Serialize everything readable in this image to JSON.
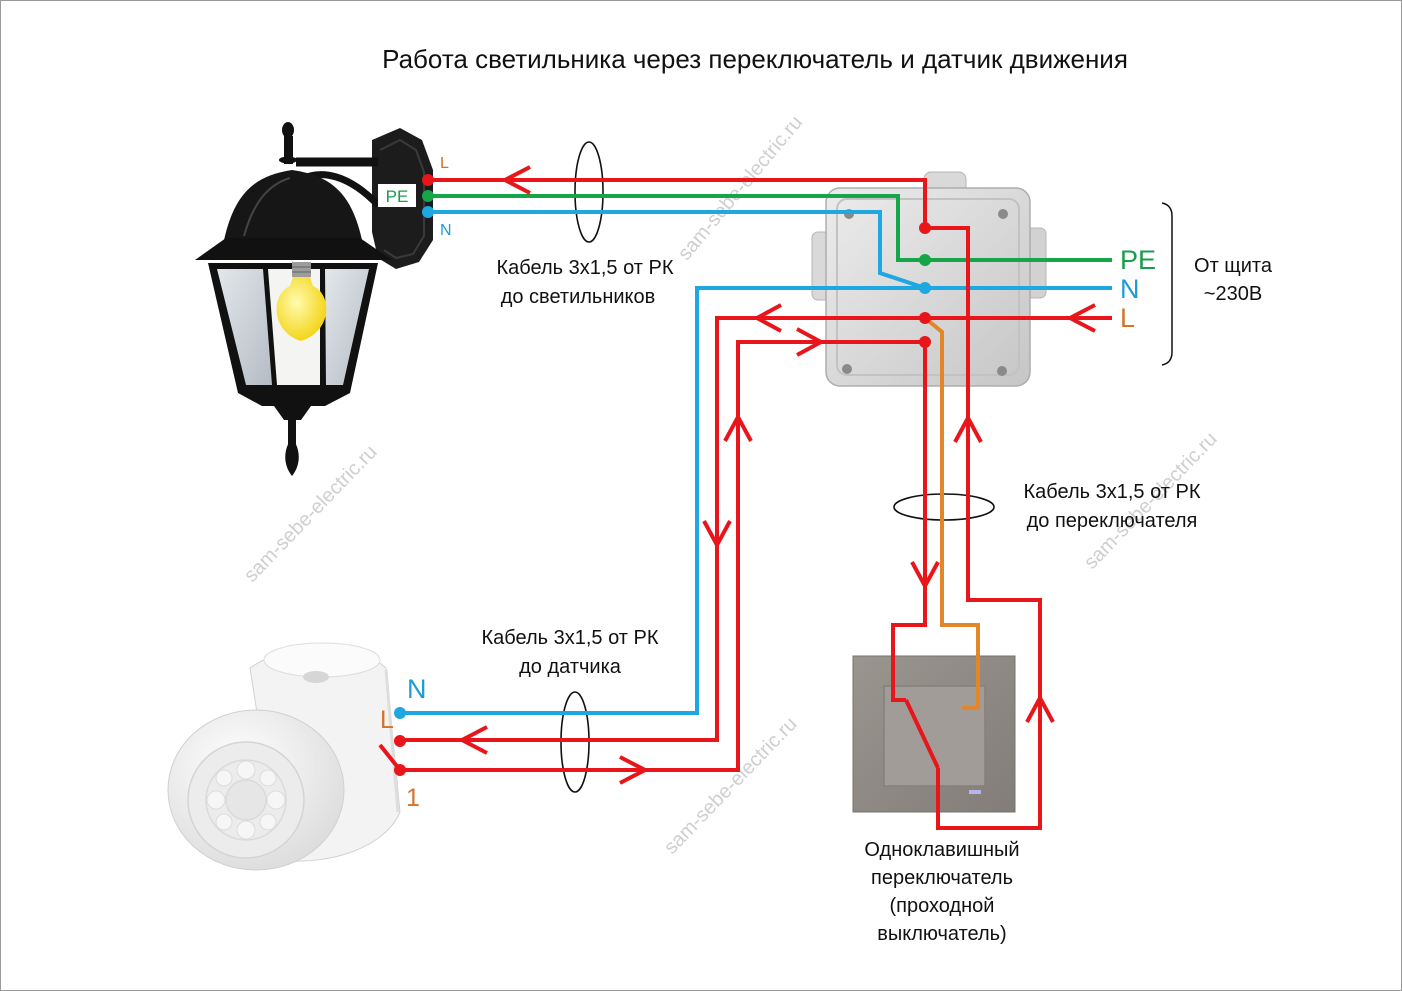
{
  "title": "Работа светильника через переключатель и датчик движения",
  "lamp": {
    "terminal_l": "L",
    "terminal_pe": "PE",
    "terminal_n": "N"
  },
  "cable_lamp": {
    "line1": "Кабель 3х1,5 от РК",
    "line2": "до светильников"
  },
  "cable_switch": {
    "line1": "Кабель 3х1,5 от РК",
    "line2": "до переключателя"
  },
  "cable_sensor": {
    "line1": "Кабель 3х1,5 от РК",
    "line2": "до датчика"
  },
  "supply": {
    "pe": "PE",
    "n": "N",
    "l": "L",
    "line1": "От щита",
    "line2": "~230В"
  },
  "sensor": {
    "terminal_n": "N",
    "terminal_l": "L",
    "terminal_1": "1"
  },
  "switch": {
    "line1": "Одноклавишный",
    "line2": "переключатель",
    "line3": "(проходной",
    "line4": "выключатель)"
  },
  "watermark": "sam-sebe-electric.ru",
  "colors": {
    "phase": "#e8161b",
    "neutral": "#1ea7e1",
    "earth": "#17a54a",
    "feed": "#e2862a",
    "orange": "#d4732a",
    "green": "#1a9d4b",
    "blue": "#1b9bd8",
    "watermark": "#cfcfcf"
  }
}
